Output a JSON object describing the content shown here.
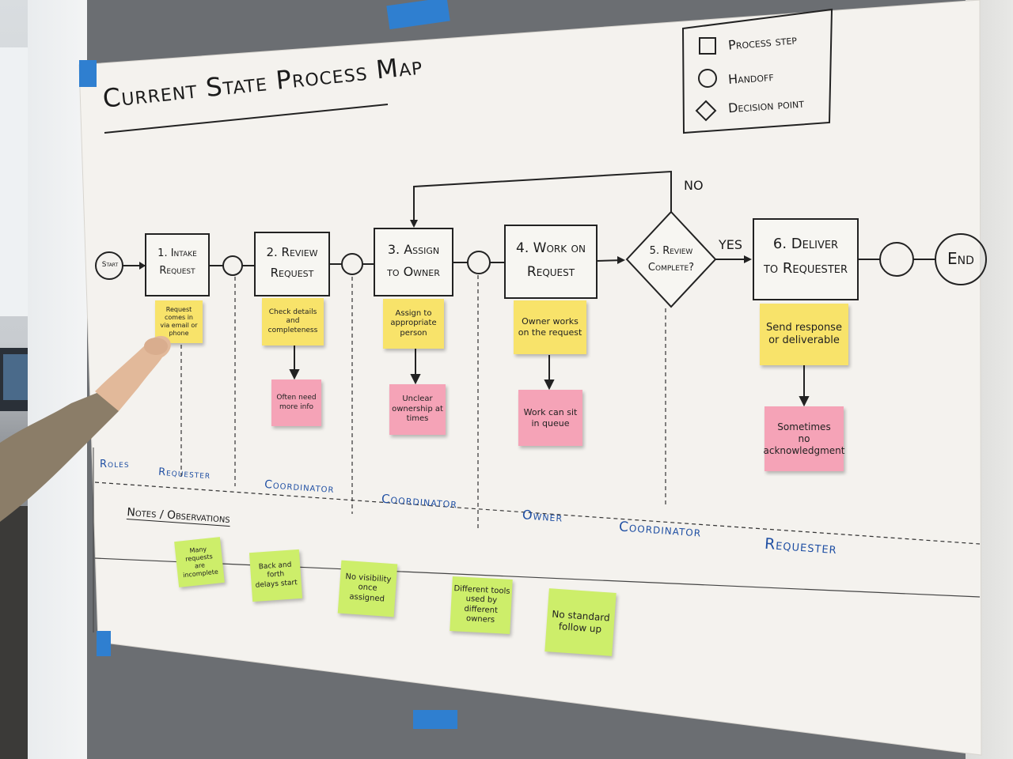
{
  "title": "Current State Process Map",
  "legend": {
    "process_step": "Process step",
    "handoff": "Handoff",
    "decision_point": "Decision point"
  },
  "flow": {
    "start": "Start",
    "end": "End",
    "steps": [
      {
        "line1": "1. Intake",
        "line2": "Request"
      },
      {
        "line1": "2. Review",
        "line2": "Request"
      },
      {
        "line1": "3. Assign",
        "line2": "to Owner"
      },
      {
        "line1": "4. Work on",
        "line2": "Request"
      },
      {
        "line1": "6. Deliver",
        "line2": "to Requester"
      }
    ],
    "decision": {
      "line1": "5. Review",
      "line2": "Complete?"
    },
    "yes": "YES",
    "no": "NO"
  },
  "yellow_notes": [
    "Request comes in\nvia email or\nphone",
    "Check details\nand completeness",
    "Assign to\nappropriate\nperson",
    "Owner works\non the request",
    "Send response\nor deliverable"
  ],
  "pink_notes": [
    "Often need\nmore info",
    "Unclear\nownership at\ntimes",
    "Work can sit\nin queue",
    "Sometimes\nno\nacknowledgment"
  ],
  "roles": {
    "label": "Roles",
    "items": [
      "Requester",
      "Coordinator",
      "Coordinator",
      "Owner",
      "Coordinator",
      "Requester"
    ]
  },
  "notes_section": {
    "label": "Notes / Observations",
    "items": [
      "Many requests\nare incomplete",
      "Back and forth\ndelays start",
      "No visibility\nonce assigned",
      "Different tools\nused by\ndifferent owners",
      "No standard\nfollow up"
    ]
  },
  "colors": {
    "tape": "#2f7fd0",
    "yellow": "#f8e36a",
    "pink": "#f5a3b7",
    "green": "#cdee6a",
    "role_blue": "#1f4fa3"
  }
}
